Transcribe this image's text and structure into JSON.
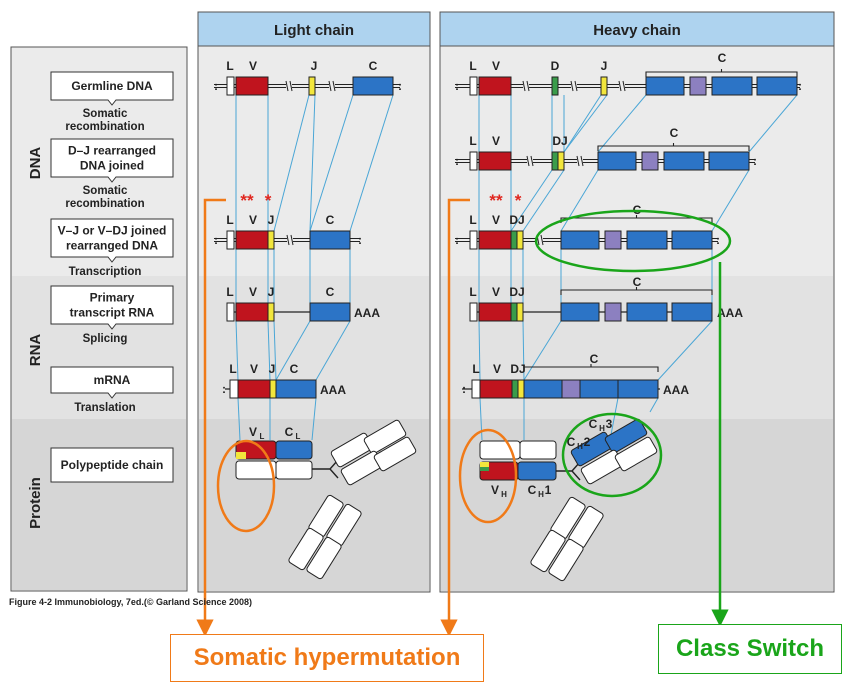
{
  "panels": {
    "light_title": "Light chain",
    "heavy_title": "Heavy chain"
  },
  "sections": {
    "dna": "DNA",
    "rna": "RNA",
    "protein": "Protein"
  },
  "steps": [
    {
      "box": [
        "Germline DNA"
      ],
      "arrow": [
        "Somatic",
        "recombination"
      ]
    },
    {
      "box": [
        "D–J rearranged",
        "DNA joined"
      ],
      "arrow": [
        "Somatic",
        "recombination"
      ]
    },
    {
      "box": [
        "V–J or V–DJ joined",
        "rearranged DNA"
      ],
      "arrow": [
        "Transcription"
      ]
    },
    {
      "box": [
        "Primary",
        "transcript RNA"
      ],
      "arrow": [
        "Splicing"
      ]
    },
    {
      "box": [
        "mRNA"
      ],
      "arrow": [
        "Translation"
      ]
    },
    {
      "box": [
        "Polypeptide chain"
      ],
      "arrow": []
    }
  ],
  "segments": {
    "L": "L",
    "V": "V",
    "J": "J",
    "D": "D",
    "C": "C",
    "DJ": "DJ",
    "poly_a": "AAA",
    "asterisks": "** *"
  },
  "domain_labels": {
    "VL": "V",
    "VL_sub": "L",
    "CL": "C",
    "CL_sub": "L",
    "VH": "V",
    "VH_sub": "H",
    "CH1": "C",
    "CH1_sub": "H",
    "CH1_num": "1",
    "CH2": "C",
    "CH2_sub": "H",
    "CH2_num": "2",
    "CH3": "C",
    "CH3_sub": "H",
    "CH3_num": "3"
  },
  "caption": "Figure 4-2  Immunobiology, 7ed.(© Garland Science 2008)",
  "callouts": {
    "somatic_hypermutation": "Somatic hypermutation",
    "class_switch": "Class Switch"
  },
  "colors": {
    "panel_bg": "#ebebeb",
    "rna_band": "#e2e2e2",
    "protein_band": "#d6d6d6",
    "header_bg": "#aed3ef",
    "exon_v": "#c0141e",
    "exon_j": "#f2e63c",
    "exon_d": "#3a9c4a",
    "exon_c": "#2c74c6",
    "exon_c_hinge": "#8c80c0",
    "connector": "#4aa6d6",
    "orange": "#f07a18",
    "green": "#1aa51a",
    "red_asterisk": "#e0261e"
  }
}
